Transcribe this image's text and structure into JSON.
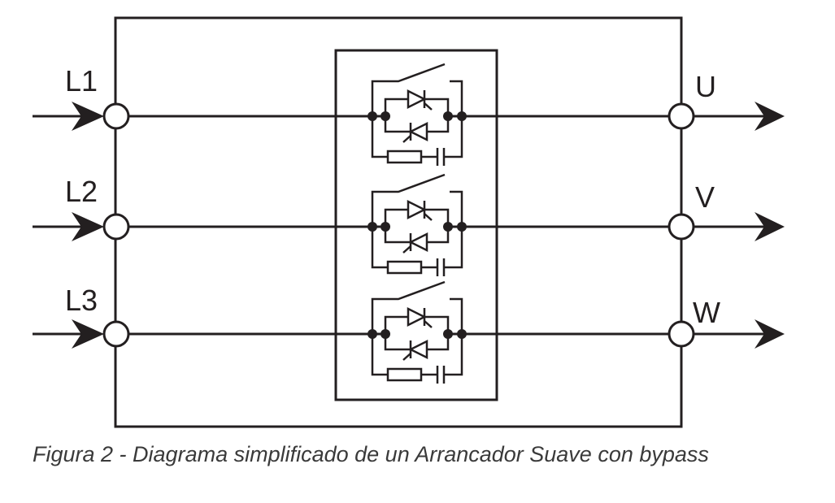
{
  "diagram": {
    "inputs": [
      {
        "label": "L1"
      },
      {
        "label": "L2"
      },
      {
        "label": "L3"
      }
    ],
    "outputs": [
      {
        "label": "U"
      },
      {
        "label": "V"
      },
      {
        "label": "W"
      }
    ],
    "caption": "Figura 2 - Diagrama simplificado de un Arrancador Suave con bypass"
  },
  "colors": {
    "line": "#231f20",
    "caption": "#3a3a3a"
  }
}
